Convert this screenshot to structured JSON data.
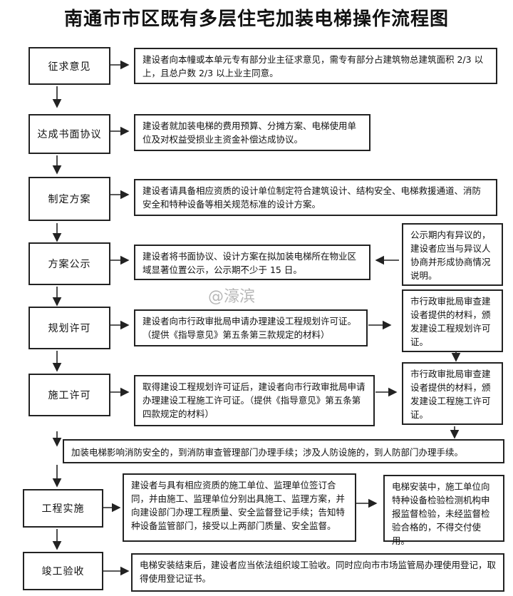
{
  "title": "南通市市区既有多层住宅加装电梯操作流程图",
  "steps": [
    {
      "label": "征求意见",
      "desc": "建设者向本幢或本单元专有部分业主征求意见，需专有部分占建筑物总建筑面积 2/3 以上，且总户数 2/3 以上业主同意。"
    },
    {
      "label": "达成书面协议",
      "desc": "建设者就加装电梯的费用预算、分摊方案、电梯使用单位及对权益受损业主资金补偿达成协议。"
    },
    {
      "label": "制定方案",
      "desc": "建设者请具备相应资质的设计单位制定符合建筑设计、结构安全、电梯救援通道、消防安全和特种设备等相关规范标准的设计方案。"
    },
    {
      "label": "方案公示",
      "desc": "建设者将书面协议、设计方案在拟加装电梯所在物业区域显著位置公示，公示期不少于 15 日。"
    },
    {
      "label": "规划许可",
      "desc": "建设者向市行政审批局申请办理建设工程规划许可证。（提供《指导意见》第五条第三款规定的材料）"
    },
    {
      "label": "施工许可",
      "desc": "取得建设工程规划许可证后，建设者向市行政审批局申请办理建设工程施工许可证。（提供《指导意见》第五条第四款规定的材料）"
    },
    {
      "label": "工程实施",
      "desc": "建设者与具有相应资质的施工单位、监理单位签订合同，并由施工、监理单位分别出具施工、监理方案，并向建设部门办理工程质量、安全监督登记手续；告知特种设备监管部门，接受以上两部门质量、安全监督。"
    },
    {
      "label": "竣工验收",
      "desc": "电梯安装结束后，建设者应当依法组织竣工验收。同时应向市市场监管局办理使用登记，取得使用登记证书。"
    }
  ],
  "side_notes": {
    "objection": "公示期内有异议的，建设者应当与异议人协商并形成协商情况说明。",
    "planning_approval": "市行政审批局审查建设者提供的材料，颁发建设工程规划许可证。",
    "construction_approval": "市行政审批局审查建设者提供的材料，颁发建设工程施工许可证。",
    "elevator_inspection": "电梯安装中，施工单位向特种设备检验检测机构申报监督检验，未经监督检验合格的，不得交付使用。"
  },
  "fire_note": "加装电梯影响消防安全的，到消防审查管理部门办理手续；涉及人防设施的，到人防部门办理手续。",
  "watermark": "@濠滨",
  "colors": {
    "border": "#222222",
    "background": "#ffffff"
  }
}
